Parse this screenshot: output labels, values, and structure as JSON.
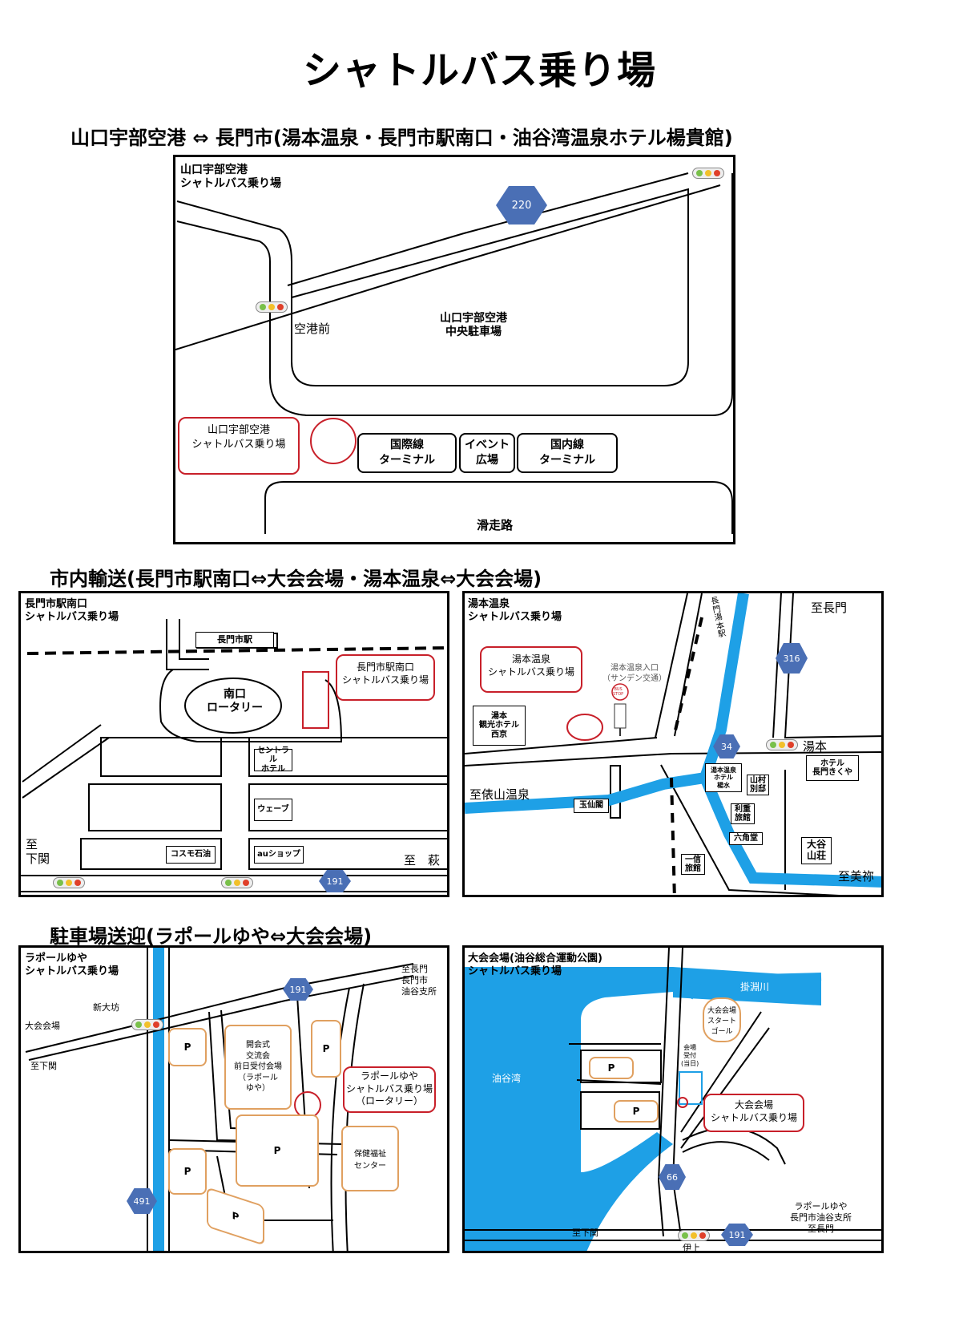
{
  "title": "シャトルバス乗り場",
  "section1": "山口宇部空港 ⇔ 長門市(湯本温泉・長門市駅南口・油谷湾温泉ホテル楊貴館)",
  "section2": "市内輸送(長門市駅南口⇔大会会場・湯本温泉⇔大会会場)",
  "section3": "駐車場送迎(ラポールゆや⇔大会会場)",
  "airport": {
    "header": [
      "山口宇部空港",
      "シャトルバス乗り場"
    ],
    "route": "220",
    "kukomae": "空港前",
    "parking": [
      "山口宇部空港",
      "中央駐車場"
    ],
    "callout": [
      "山口宇部空港",
      "シャトルバス乗り場"
    ],
    "intl": [
      "国際線",
      "ターミナル"
    ],
    "event": [
      "イベント",
      "広場"
    ],
    "dom": [
      "国内線",
      "ターミナル"
    ],
    "runway": "滑走路"
  },
  "nagato": {
    "header": [
      "長門市駅南口",
      "シャトルバス乗り場"
    ],
    "station": "長門市駅",
    "rotary": [
      "南口",
      "ロータリー"
    ],
    "callout": [
      "長門市駅南口",
      "シャトルバス乗り場"
    ],
    "central": [
      "セントラル",
      "ホテル"
    ],
    "wave": "ウェーブ",
    "cosmo": "コスモ石油",
    "au": "auショップ",
    "to_shimonoseki": [
      "至",
      "下関"
    ],
    "to_hagi": "至　萩",
    "route": "191"
  },
  "yumoto": {
    "header": [
      "湯本温泉",
      "シャトルバス乗り場"
    ],
    "station": "長門湯本駅",
    "to_nagato": "至長門",
    "route316": "316",
    "callout": [
      "湯本温泉",
      "シャトルバス乗り場"
    ],
    "bus_stop_label": [
      "湯本温泉入口",
      "（サンデン交通）"
    ],
    "bus_stop_sign": [
      "BUS",
      "STOP"
    ],
    "hotel_saikyo": [
      "湯本",
      "観光ホテル",
      "西京"
    ],
    "yumoto": "湯本",
    "route34": "34",
    "to_tawarayama": "至俵山温泉",
    "hotel_tarumi": [
      "湯本温泉",
      "ホテル",
      "楊水"
    ],
    "yamamura": [
      "山村",
      "別邸"
    ],
    "hotel_kikunoya": [
      "ホテル",
      "長門きくや"
    ],
    "gyokusenkaku": "玉仙閣",
    "riryo": [
      "利重",
      "旅館"
    ],
    "rokkakudo": "六角堂",
    "ichinokura": [
      "一信",
      "旅館"
    ],
    "otani": [
      "大谷",
      "山荘"
    ],
    "to_mine": "至美祢"
  },
  "rapor": {
    "header": [
      "ラポールゆや",
      "シャトルバス乗り場"
    ],
    "to_nagato": [
      "至長門",
      "長門市",
      "油谷支所"
    ],
    "route191": "191",
    "shinotsubo": "新大坊",
    "venue": "大会会場",
    "to_shimonoseki": "至下関",
    "opening": [
      "開会式",
      "交流会",
      "前日受付会場",
      "（ラポール",
      "ゆや）"
    ],
    "callout": [
      "ラポールゆや",
      "シャトルバス乗り場",
      "（ロータリー）"
    ],
    "welfare": [
      "保健福祉",
      "センター"
    ],
    "route491": "491",
    "p": "P"
  },
  "venue": {
    "header": [
      "大会会場(油谷総合運動公園)",
      "シャトルバス乗り場"
    ],
    "river": "掛淵川",
    "bay": "油谷湾",
    "start": [
      "大会会場",
      "スタート",
      "ゴール"
    ],
    "reception": [
      "会場",
      "受付",
      "(当日)"
    ],
    "callout": [
      "大会会場",
      "シャトルバス乗り場"
    ],
    "route66": "66",
    "rapor": [
      "ラポールゆや",
      "長門市油谷支所",
      "至長門"
    ],
    "to_shimonoseki": "至下関",
    "route191": "191",
    "igami": "伊上",
    "p": "P"
  },
  "colors": {
    "water": "#1ea0e6",
    "callout": "#c8202a",
    "route": "#4a6fb5",
    "parking": "#e0a060"
  }
}
